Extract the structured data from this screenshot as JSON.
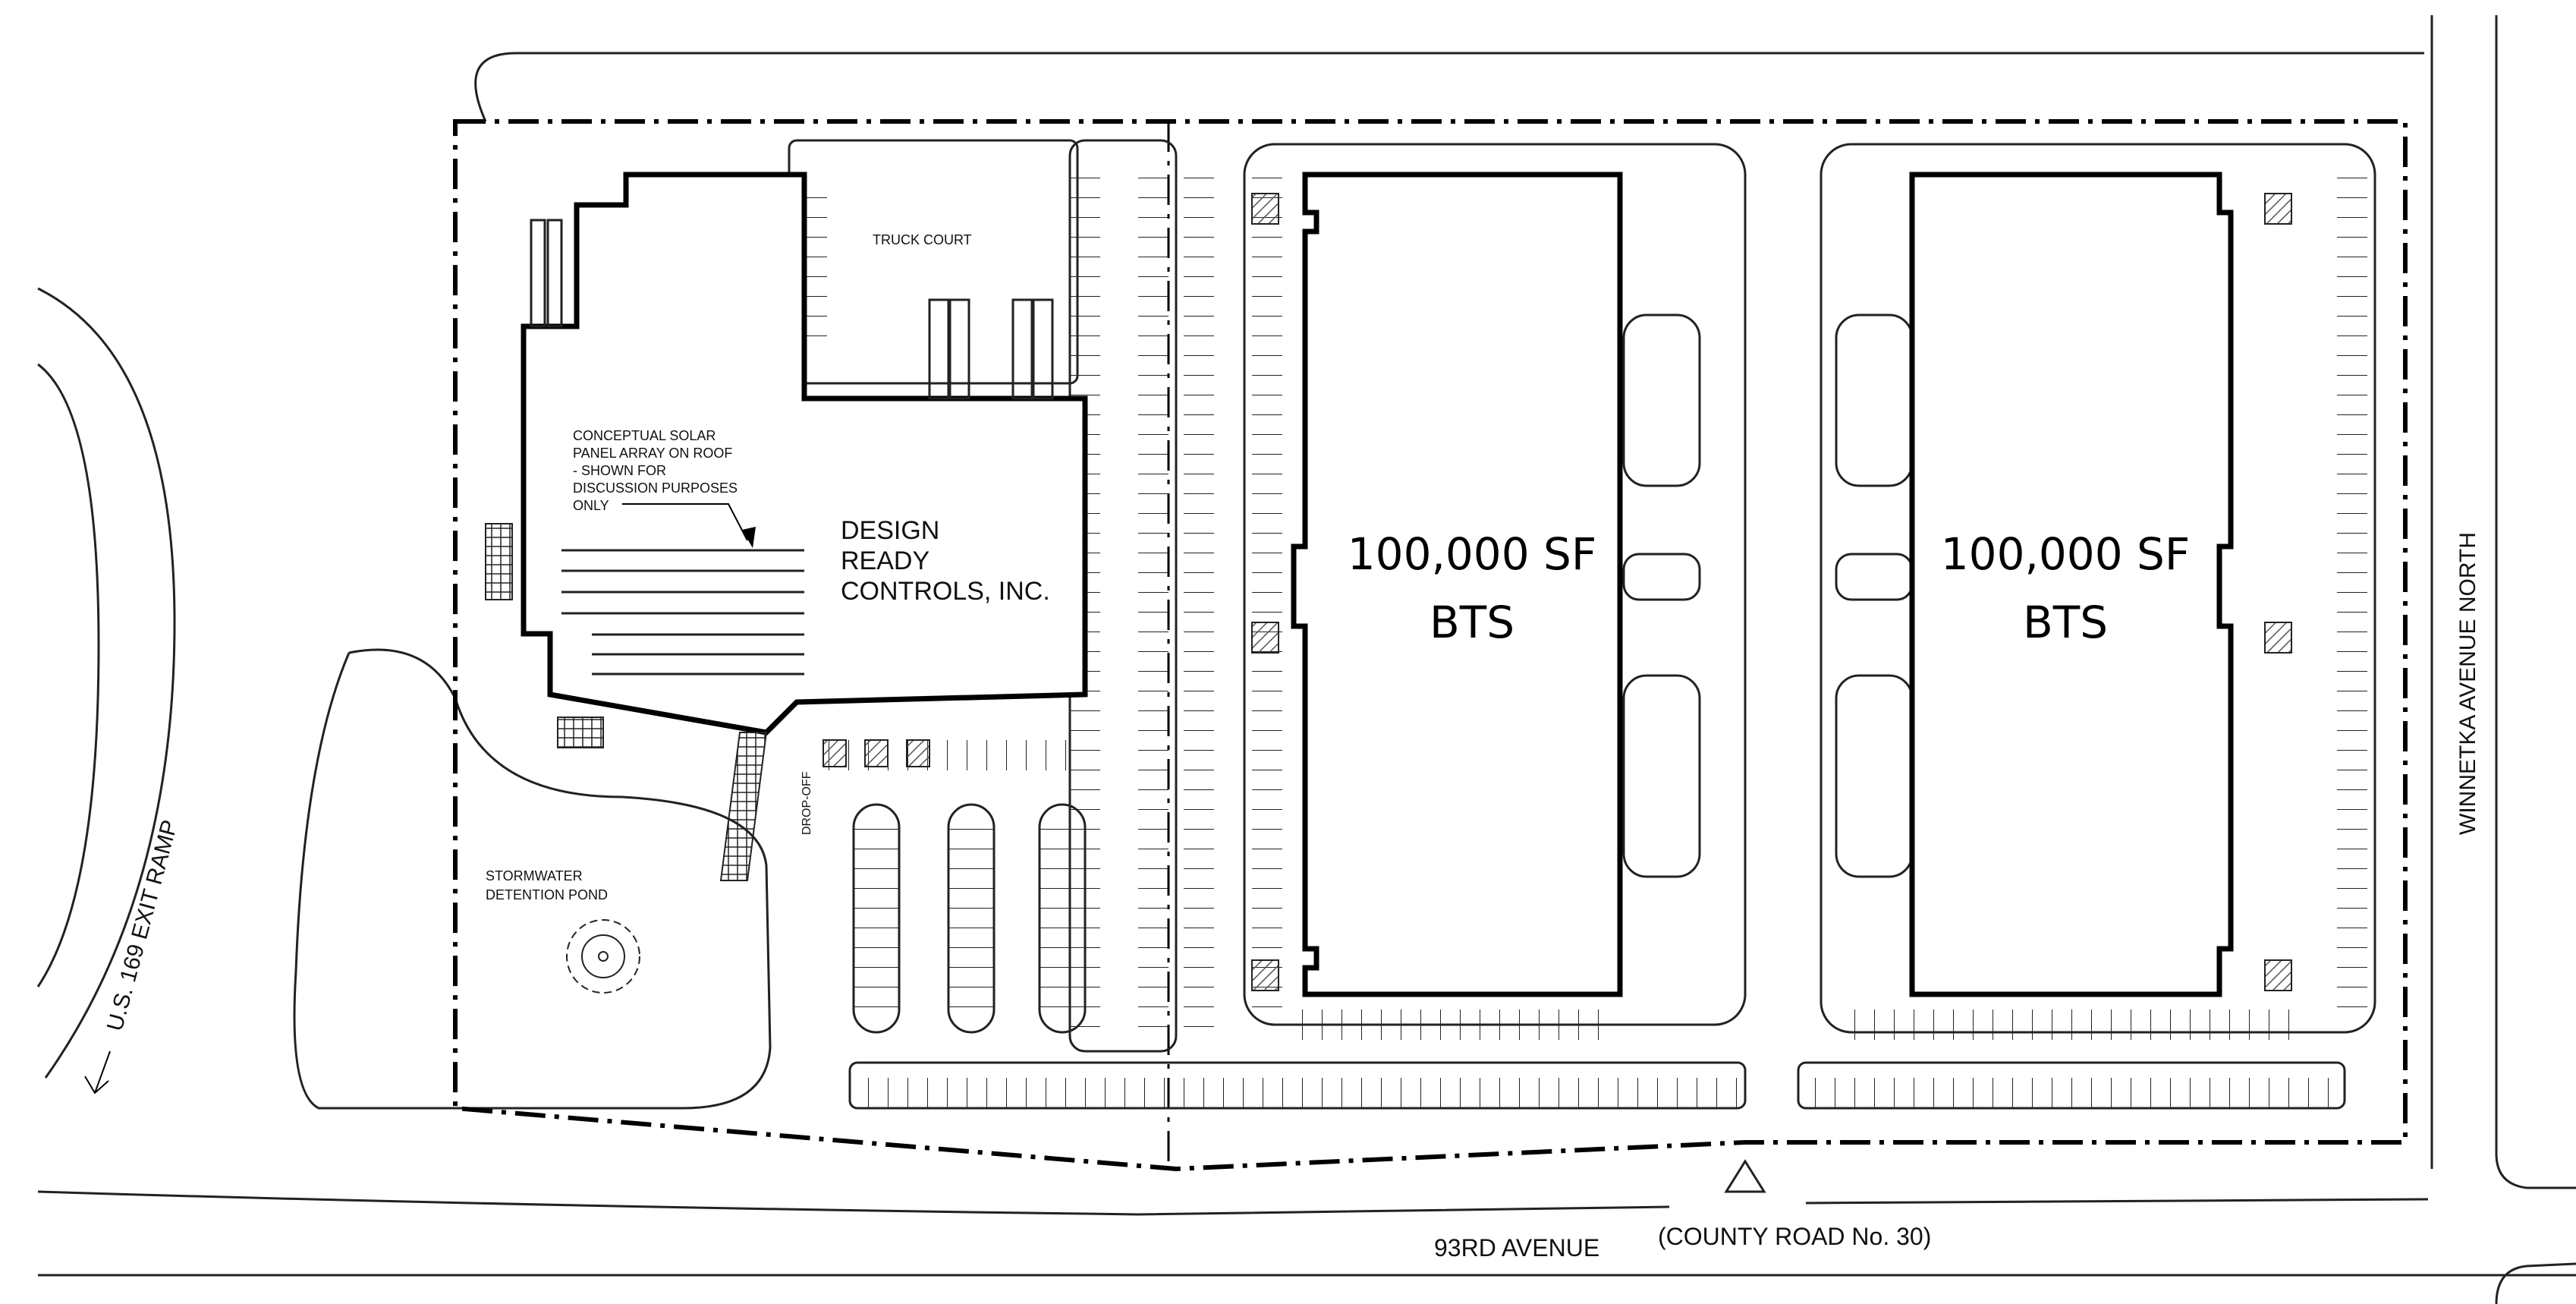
{
  "labels": {
    "truck_court": "TRUCK COURT",
    "solar_note": [
      "CONCEPTUAL SOLAR",
      "PANEL ARRAY ON ROOF",
      "- SHOWN FOR",
      "DISCUSSION PURPOSES",
      "ONLY"
    ],
    "building_a": [
      "DESIGN",
      "READY",
      "CONTROLS, INC."
    ],
    "drop_off": "DROP-OFF",
    "pond": [
      "STORMWATER",
      "DETENTION POND"
    ],
    "building_b": [
      "100,000 SF",
      "BTS"
    ],
    "building_c": [
      "100,000 SF",
      "BTS"
    ],
    "exit_ramp": "U.S. 169 EXIT RAMP",
    "winnetka": "WINNETKA AVENUE NORTH",
    "avenue": "93RD AVENUE",
    "county_road": "(COUNTY ROAD No. 30)"
  },
  "colors": {
    "line": "#111111",
    "background": "#ffffff",
    "hatch": "#555555"
  }
}
